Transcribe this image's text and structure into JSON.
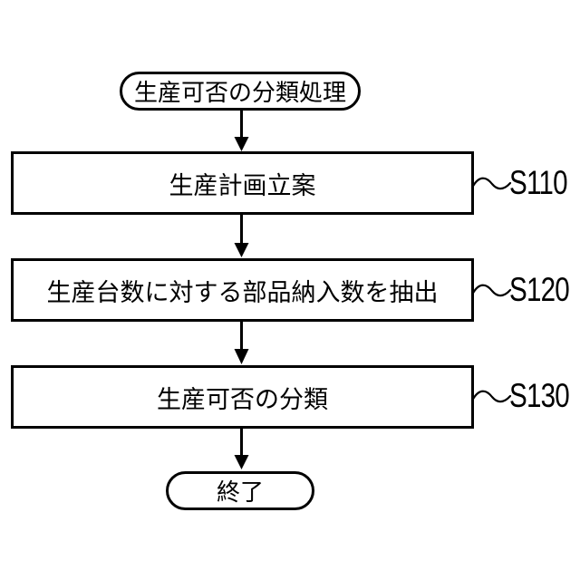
{
  "diagram": {
    "type": "flowchart",
    "colors": {
      "line": "#000000",
      "background": "#ffffff",
      "text": "#000000"
    },
    "start_node": {
      "label": "生産可否の分類処理"
    },
    "steps": [
      {
        "label": "生産計画立案",
        "ref": "S110"
      },
      {
        "label": "生産台数に対する部品納入数を抽出",
        "ref": "S120"
      },
      {
        "label": "生産可否の分類",
        "ref": "S130"
      }
    ],
    "end_node": {
      "label": "終了"
    }
  }
}
